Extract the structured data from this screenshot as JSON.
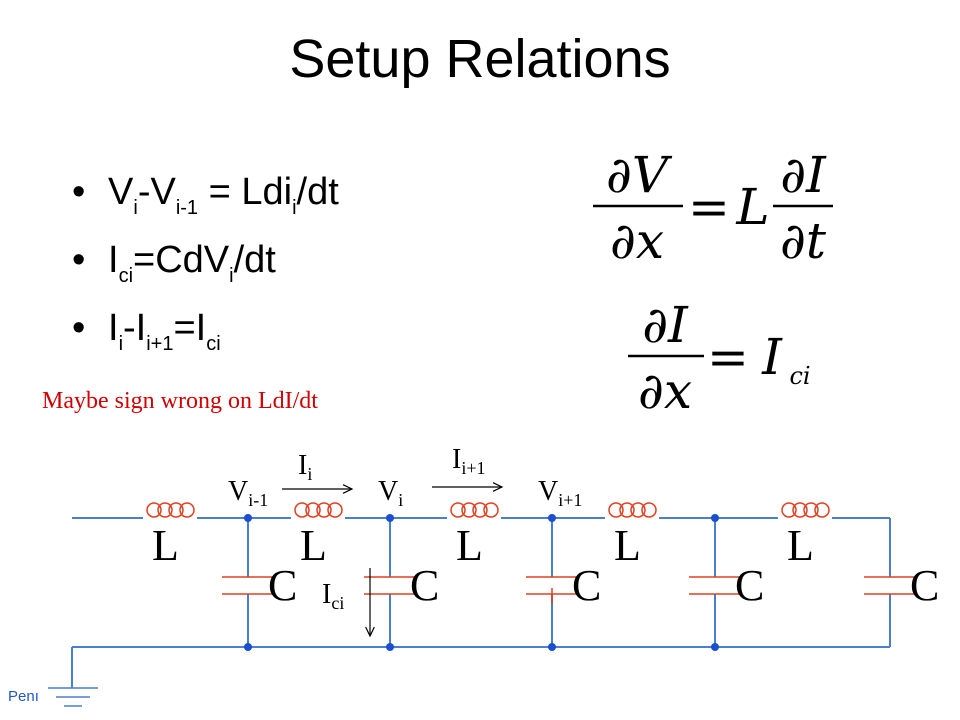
{
  "slide": {
    "title": "Setup Relations",
    "bullets": [
      {
        "parts": [
          [
            "V",
            ""
          ],
          [
            "i",
            "sub"
          ],
          [
            "-V",
            ""
          ],
          [
            "i-1",
            "sub"
          ],
          [
            " = Ldi",
            ""
          ],
          [
            "i",
            "sub"
          ],
          [
            "/dt",
            ""
          ]
        ]
      },
      {
        "parts": [
          [
            "I",
            ""
          ],
          [
            "ci",
            "sub"
          ],
          [
            "=CdV",
            ""
          ],
          [
            "i",
            "sub"
          ],
          [
            "/dt",
            ""
          ]
        ]
      },
      {
        "parts": [
          [
            "I",
            ""
          ],
          [
            "i",
            "sub"
          ],
          [
            "-I",
            ""
          ],
          [
            "i+1",
            "sub"
          ],
          [
            "=I",
            ""
          ],
          [
            "ci",
            "sub"
          ]
        ]
      }
    ],
    "bullet_glyph": "•",
    "note": "Maybe sign wrong on LdI/dt",
    "footer": "Penı"
  },
  "equations": {
    "eq1": {
      "num_left": "∂V",
      "den_left": "∂x",
      "equals": "=",
      "coef": "L",
      "num_right": "∂I",
      "den_right": "∂t"
    },
    "eq2": {
      "num_left": "∂I",
      "den_left": "∂x",
      "equals": "=",
      "rhs": "I",
      "rhs_sub": "ci"
    }
  },
  "circuit": {
    "inductor_label": "L",
    "capacitor_label": "C",
    "inductor_count": 5,
    "capacitor_count": 5,
    "node_labels": [
      {
        "main": "V",
        "sub": "i-1"
      },
      {
        "main": "V",
        "sub": "i"
      },
      {
        "main": "V",
        "sub": "i+1"
      }
    ],
    "current_labels": [
      {
        "main": "I",
        "sub": "i"
      },
      {
        "main": "I",
        "sub": "i+1"
      },
      {
        "main": "I",
        "sub": "ci"
      }
    ],
    "colors": {
      "wire": "#4a7fd0",
      "inductor": "#e04020",
      "capacitor": "#e04020",
      "node": "#1a4fd0",
      "label": "#000000"
    }
  }
}
